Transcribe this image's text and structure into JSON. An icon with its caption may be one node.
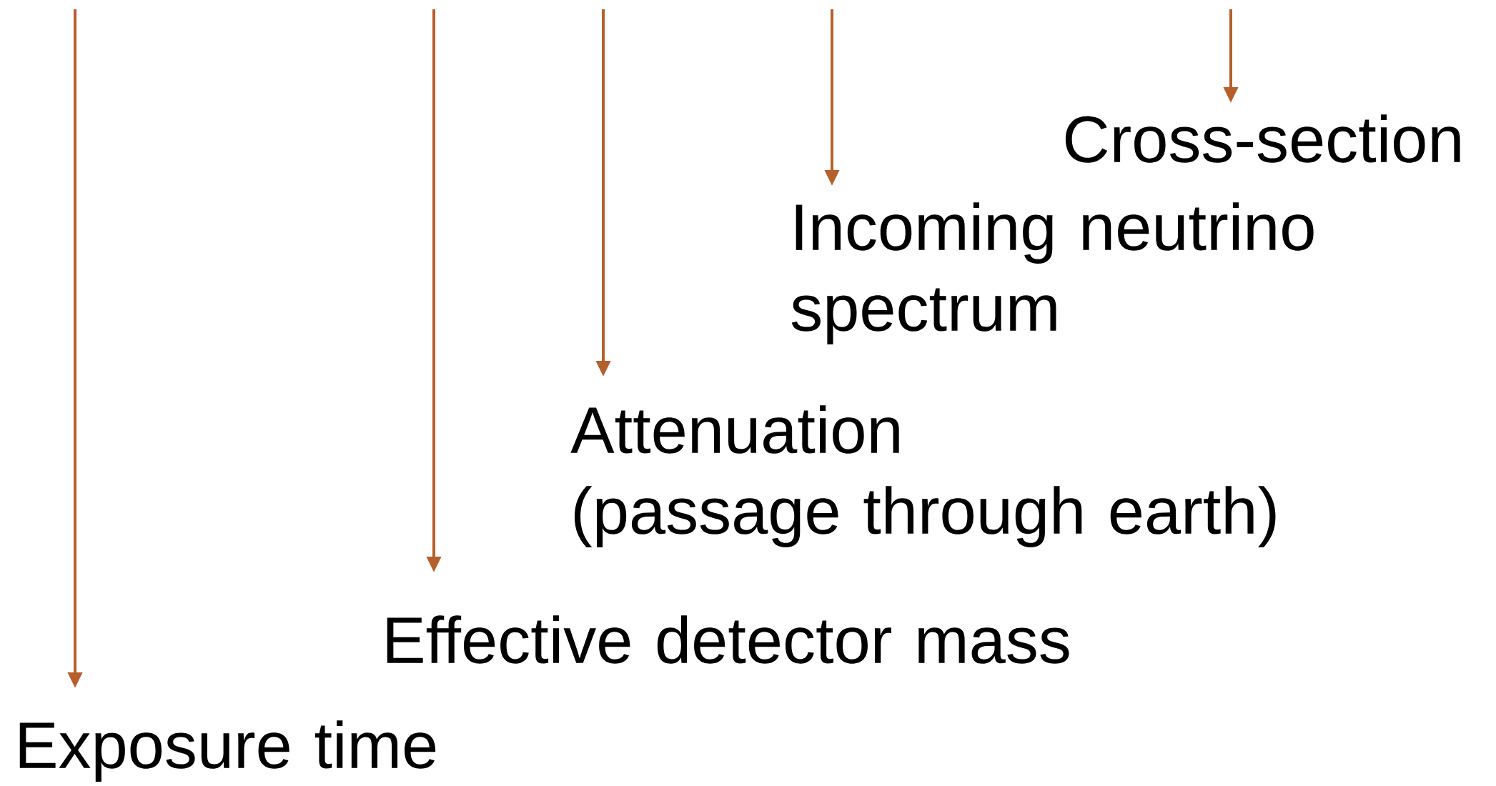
{
  "diagram": {
    "nodes": [
      {
        "text": [
          "Exposure time"
        ]
      },
      {
        "text": [
          "Effective detector mass"
        ]
      },
      {
        "text": [
          "Attenuation (passage through earth)"
        ]
      },
      {
        "text": [
          "Incoming neutrino spectrum"
        ]
      },
      {
        "text": [
          "Cross-section"
        ]
      }
    ],
    "edges": [
      {
        "from": null,
        "to": 0,
        "arrow": "to"
      },
      {
        "from": null,
        "to": 1,
        "arrow": "to"
      },
      {
        "from": null,
        "to": 2,
        "arrow": "to"
      },
      {
        "from": null,
        "to": 3,
        "arrow": "to"
      },
      {
        "from": null,
        "to": 4,
        "arrow": "to"
      }
    ]
  }
}
